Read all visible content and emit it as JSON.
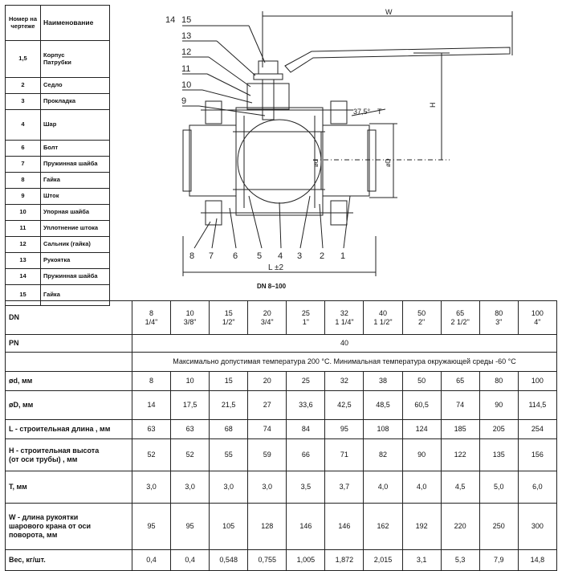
{
  "parts_table": {
    "header_number": "Номер на чертеже",
    "header_name": "Наименование",
    "rows": [
      {
        "num": "1,5",
        "name": "Корпус\nПатрубки"
      },
      {
        "num": "2",
        "name": "Седло"
      },
      {
        "num": "3",
        "name": "Прокладка"
      },
      {
        "num": "4",
        "name": "Шар"
      },
      {
        "num": "6",
        "name": "Болт"
      },
      {
        "num": "7",
        "name": "Пружинная шайба"
      },
      {
        "num": "8",
        "name": "Гайка"
      },
      {
        "num": "9",
        "name": "Шток"
      },
      {
        "num": "10",
        "name": "Упорная шайба"
      },
      {
        "num": "11",
        "name": "Уплотнение штока"
      },
      {
        "num": "12",
        "name": "Сальник (гайка)"
      },
      {
        "num": "13",
        "name": "Рукоятка"
      },
      {
        "num": "14",
        "name": "Пружинная шайба"
      },
      {
        "num": "15",
        "name": "Гайка"
      }
    ]
  },
  "drawing": {
    "callouts_left": [
      "14",
      "15",
      "13",
      "12",
      "11",
      "10",
      "9"
    ],
    "callouts_bottom": [
      "8",
      "7",
      "6",
      "5",
      "4",
      "3",
      "2",
      "1"
    ],
    "dim_w": "W",
    "dim_h": "H",
    "dim_d": "ød",
    "dim_D": "øD",
    "dim_l": "L ±2",
    "angle": "37,5°",
    "dim_t": "T",
    "caption": "DN 8–100"
  },
  "specs": {
    "dn_label": "DN",
    "dn_values": [
      "8\n1/4\"",
      "10\n3/8\"",
      "15\n1/2\"",
      "20\n3/4\"",
      "25\n1\"",
      "32\n1 1/4\"",
      "40\n1 1/2\"",
      "50\n2\"",
      "65\n2 1/2\"",
      "80\n3\"",
      "100\n4\""
    ],
    "pn_label": "PN",
    "pn_value": "40",
    "temperature_note": "Максимально допустимая температура 200 °С. Минимальная температура окружающей среды -60 °С",
    "rows": [
      {
        "label": "ød, мм",
        "values": [
          "8",
          "10",
          "15",
          "20",
          "25",
          "32",
          "38",
          "50",
          "65",
          "80",
          "100"
        ]
      },
      {
        "label": "øD, мм",
        "values": [
          "14",
          "17,5",
          "21,5",
          "27",
          "33,6",
          "42,5",
          "48,5",
          "60,5",
          "74",
          "90",
          "114,5"
        ]
      },
      {
        "label": "L - строительная длина , мм",
        "values": [
          "63",
          "63",
          "68",
          "74",
          "84",
          "95",
          "108",
          "124",
          "185",
          "205",
          "254"
        ]
      },
      {
        "label": "H - строительная высота\n(от оси трубы) , мм",
        "values": [
          "52",
          "52",
          "55",
          "59",
          "66",
          "71",
          "82",
          "90",
          "122",
          "135",
          "156"
        ]
      },
      {
        "label": "T, мм",
        "values": [
          "3,0",
          "3,0",
          "3,0",
          "3,0",
          "3,5",
          "3,7",
          "4,0",
          "4,0",
          "4,5",
          "5,0",
          "6,0"
        ]
      },
      {
        "label": "W - длина рукоятки\nшарового крана от оси\nповорота, мм",
        "values": [
          "95",
          "95",
          "105",
          "128",
          "146",
          "146",
          "162",
          "192",
          "220",
          "250",
          "300"
        ]
      },
      {
        "label": "Вес, кг/шт.",
        "values": [
          "0,4",
          "0,4",
          "0,548",
          "0,755",
          "1,005",
          "1,872",
          "2,015",
          "3,1",
          "5,3",
          "7,9",
          "14,8"
        ]
      }
    ]
  }
}
